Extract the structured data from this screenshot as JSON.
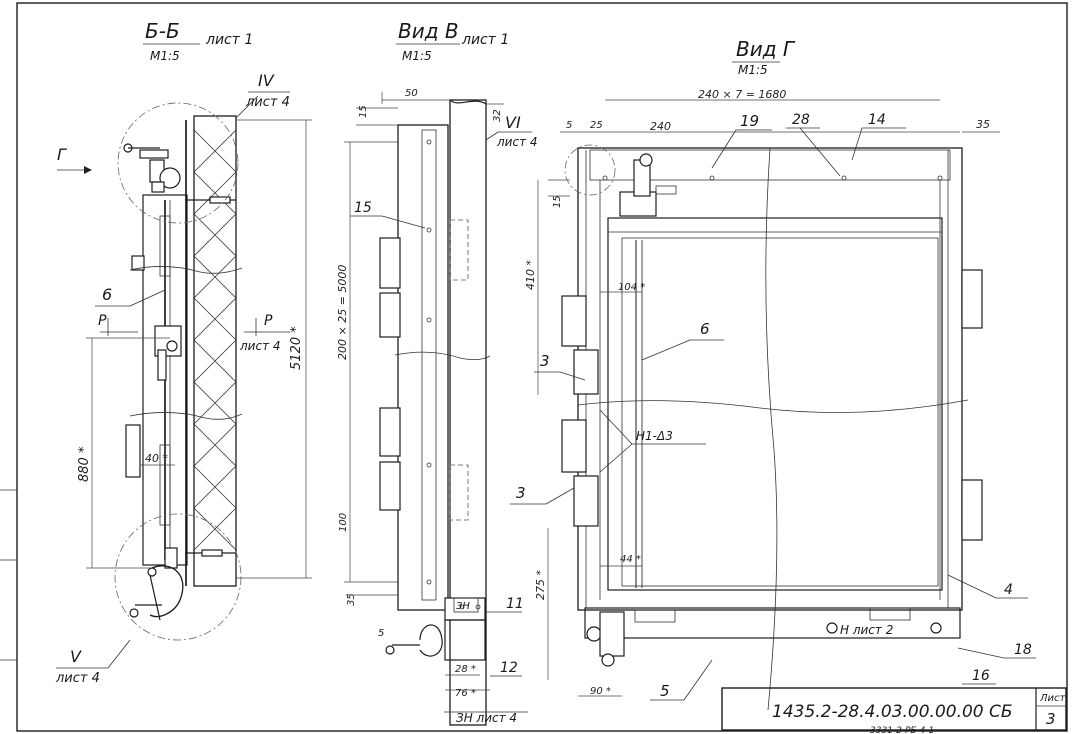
{
  "views": {
    "section_bb": {
      "title": "Б-Б",
      "sheet_ref": "лист 1",
      "scale": "М1:5"
    },
    "view_v": {
      "title": "Вид В",
      "sheet_ref": "лист 1",
      "scale": "М1:5"
    },
    "view_g": {
      "title": "Вид Г",
      "scale": "М1:5"
    }
  },
  "callouts": {
    "c_iv": {
      "numeral": "IV",
      "sheet": "лист 4"
    },
    "c_v": {
      "numeral": "V",
      "sheet": "лист 4"
    },
    "c_vi": {
      "numeral": "VI",
      "sheet": "лист 4"
    },
    "c_p": {
      "letter": "Р",
      "sheet": "лист 4"
    },
    "c_p2": "Р",
    "c_g": "Г"
  },
  "dimensions": {
    "d_5120": "5120 *",
    "d_880": "880 *",
    "d_40": "40 *",
    "d_50": "50",
    "d_15a": "15",
    "d_32": "32",
    "d_200x25": "200 × 25 = 5000",
    "d_100": "100",
    "d_35a": "35",
    "d_5a": "5",
    "d_28": "28 *",
    "d_76": "76 *",
    "d_240x7": "240 × 7 = 1680",
    "d_5b": "5",
    "d_25": "25",
    "d_240": "240",
    "d_35b": "35",
    "d_15b": "15",
    "d_410": "410 *",
    "d_104": "104 *",
    "d_44": "44 *",
    "d_275": "275 *",
    "d_90": "90 *"
  },
  "part_numbers": {
    "p6a": "6",
    "p15": "15",
    "p11": "11",
    "p12": "12",
    "p19": "19",
    "p28": "28",
    "p14": "14",
    "p6b": "6",
    "p3a": "3",
    "p3b": "3",
    "p4": "4",
    "p18": "18",
    "p16": "16",
    "p5": "5"
  },
  "notes": {
    "weld": "Н1-Δ3",
    "zn_tag": "ЗН",
    "zn_ref": "ЗН лист 4",
    "n_ref": "Н лист 2"
  },
  "title_block": {
    "doc_code": "1435.2-28.4.03.00.00.00 СБ",
    "sheet_label": "Лист",
    "sheet_number": "3",
    "footer_note": "3331-2-РБ 4-1"
  }
}
